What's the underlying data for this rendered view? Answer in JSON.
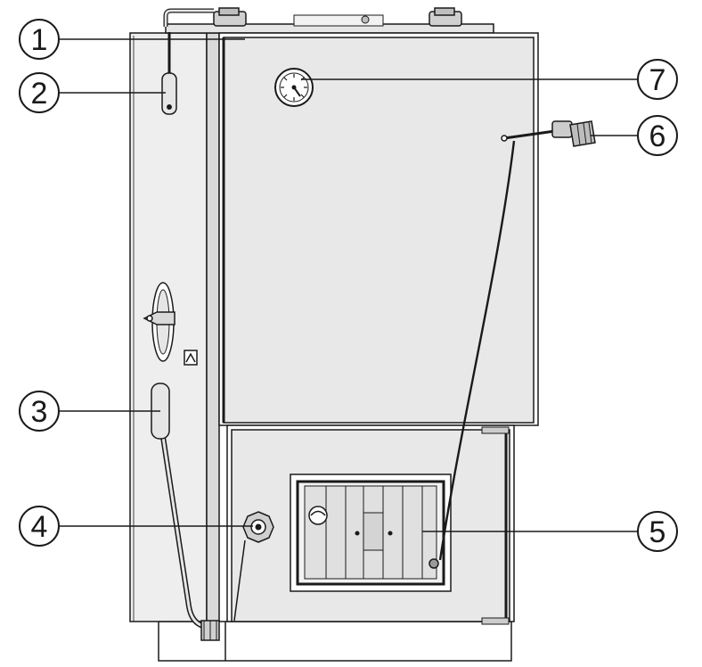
{
  "figure": {
    "callouts": [
      {
        "id": "c1",
        "label": "1"
      },
      {
        "id": "c2",
        "label": "2"
      },
      {
        "id": "c3",
        "label": "3"
      },
      {
        "id": "c4",
        "label": "4"
      },
      {
        "id": "c5",
        "label": "5"
      },
      {
        "id": "c6",
        "label": "6"
      },
      {
        "id": "c7",
        "label": "7"
      }
    ],
    "colors": {
      "line": "#1a1a1a",
      "panel": "#e6e6e6",
      "panel_light": "#f2f2f2",
      "side": "#eeeeee",
      "background": "#ffffff"
    }
  }
}
